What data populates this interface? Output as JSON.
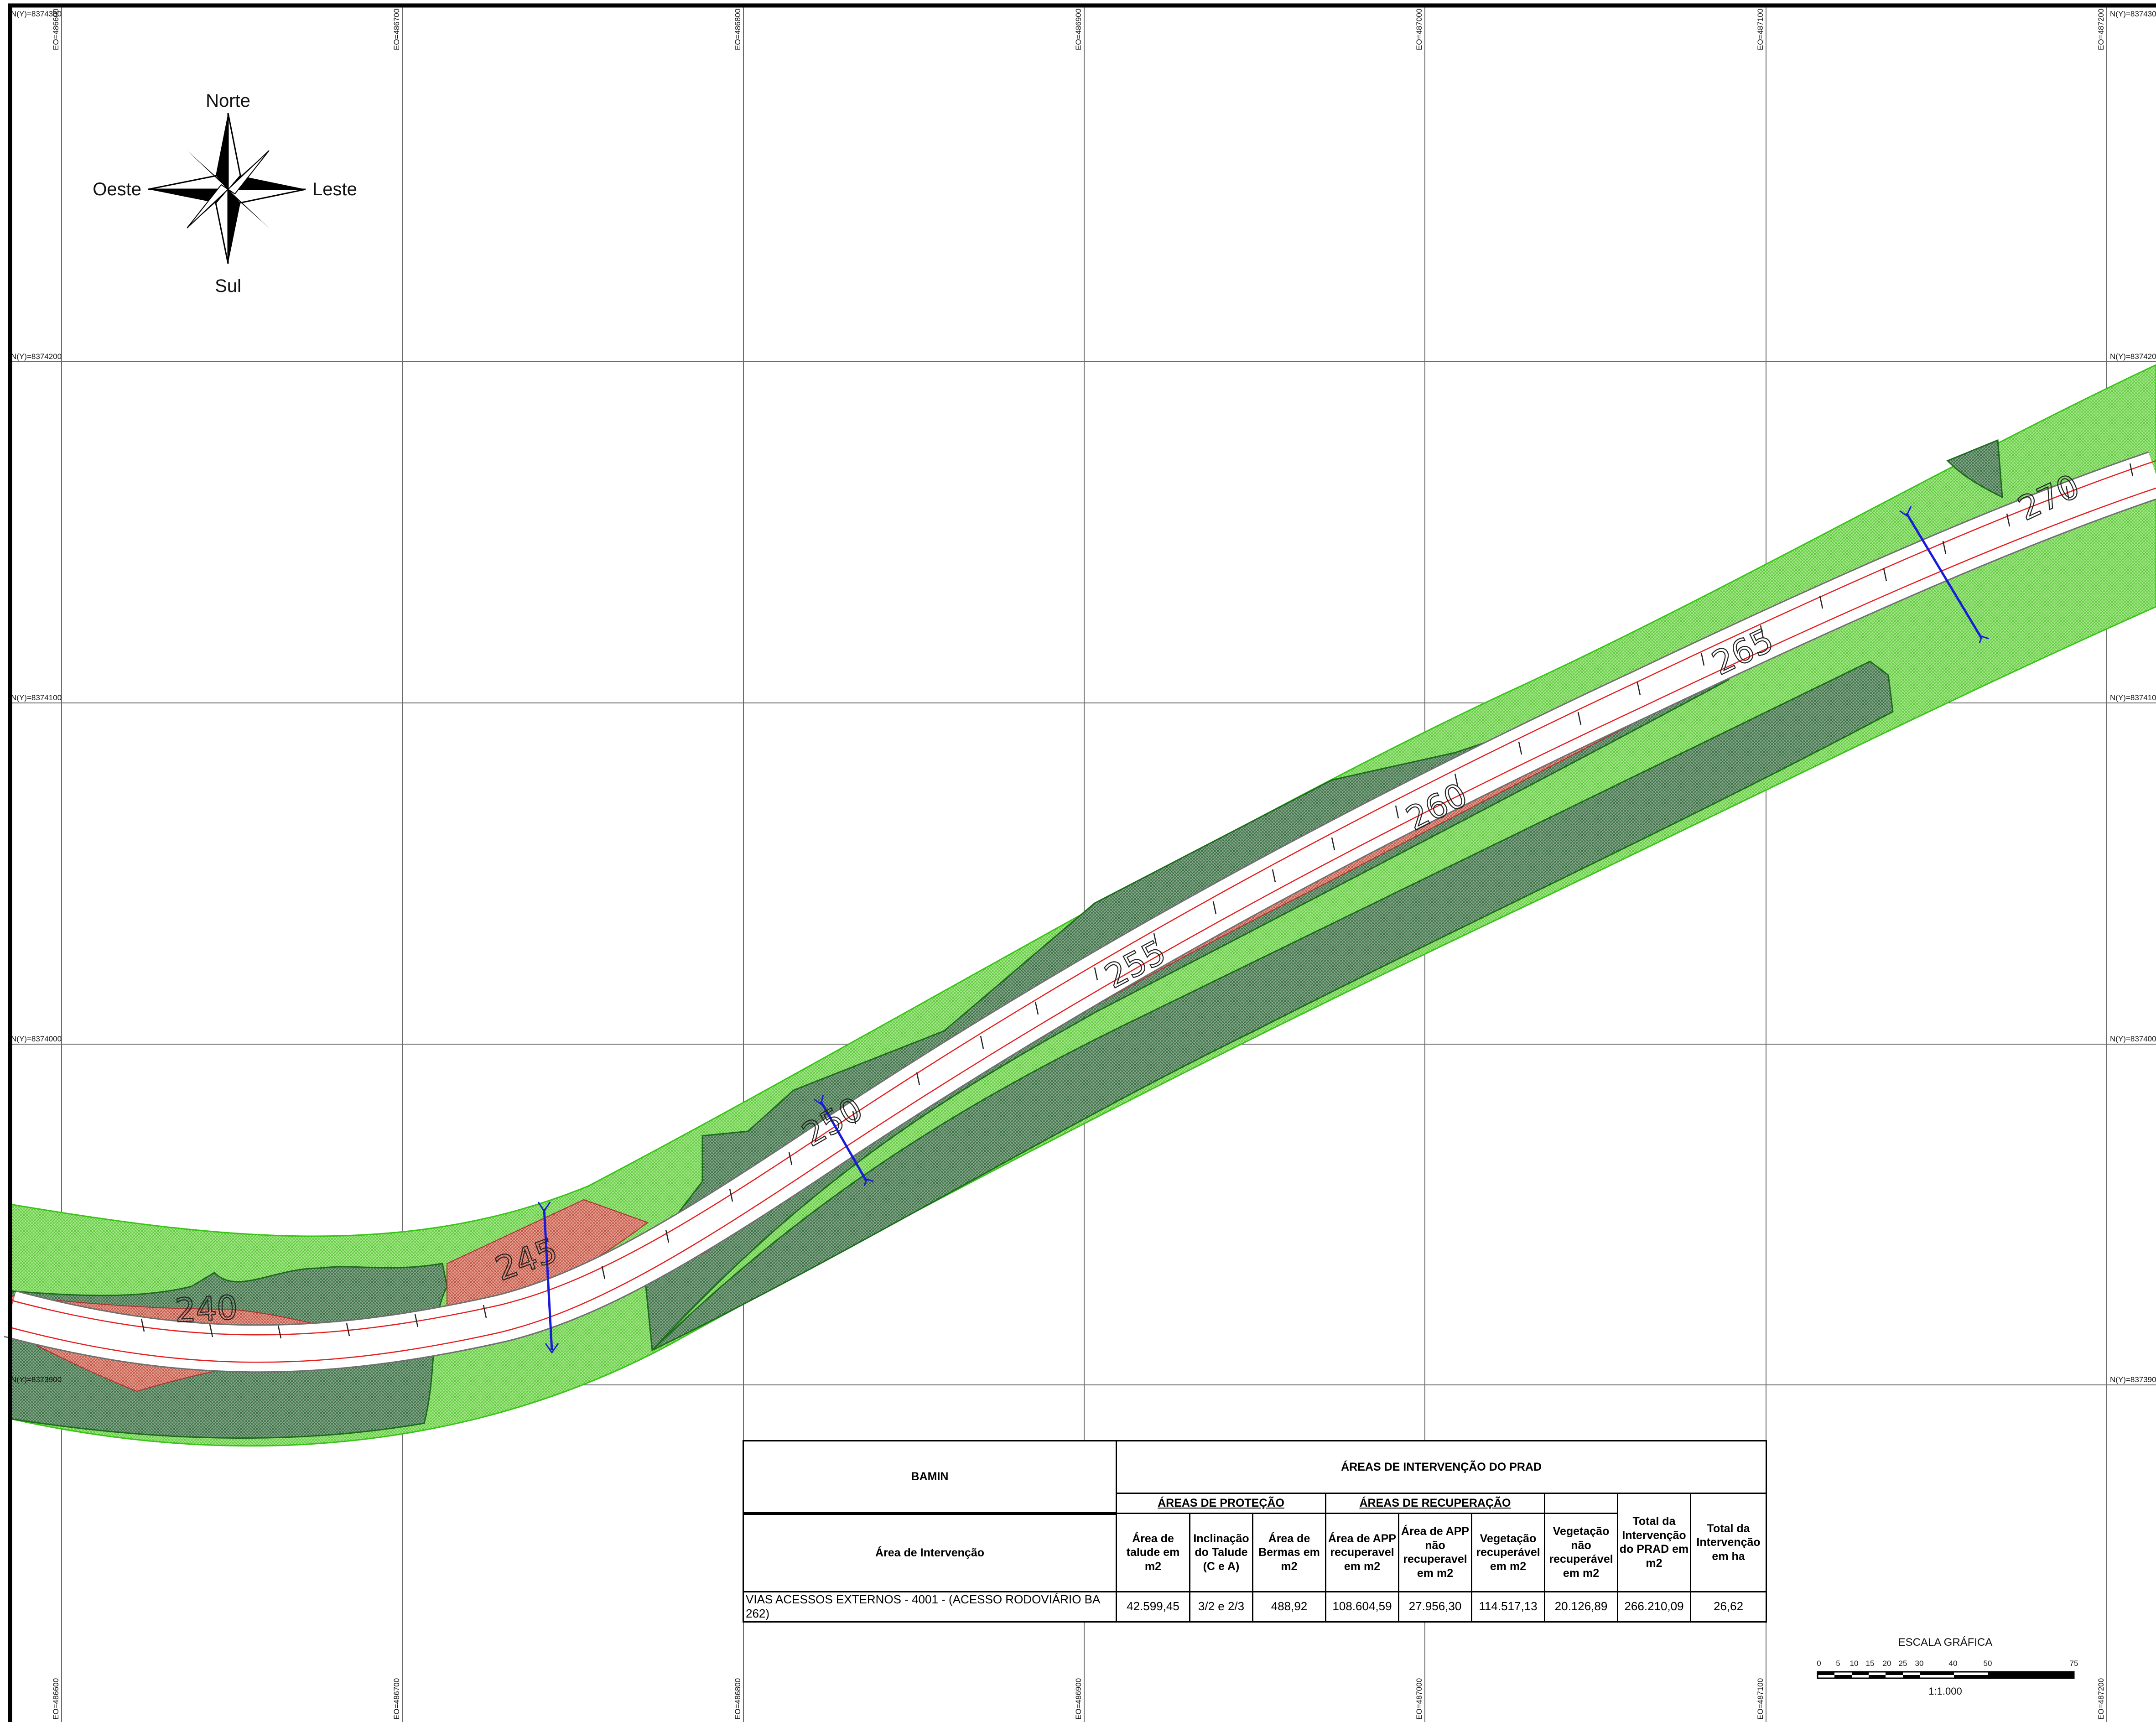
{
  "grid": {
    "easting_labels": [
      "EO=486600",
      "EO=486700",
      "EO=486800",
      "EO=486900",
      "EO=487000",
      "EO=487100",
      "EO=487200"
    ],
    "northing_labels": [
      "N(Y)=8374300",
      "N(Y)=8374200",
      "N(Y)=8374100",
      "N(Y)=8374000",
      "N(Y)=8373900"
    ]
  },
  "compass": {
    "north": "Norte",
    "south": "Sul",
    "east": "Leste",
    "west": "Oeste"
  },
  "stations": [
    "240",
    "245",
    "250",
    "255",
    "260",
    "265",
    "270"
  ],
  "colors": {
    "buffer_green": "#8fe06a",
    "recovery_dark": "#3f8a5a",
    "slope_red": "#e07a6a",
    "section_blue": "#1a1adb",
    "road_edge_red": "#e32020"
  },
  "table": {
    "owner": "BAMIN",
    "title": "ÁREAS DE INTERVENÇÃO DO PRAD",
    "group_protection": "ÁREAS DE PROTEÇÃO",
    "group_recovery": "ÁREAS DE RECUPERAÇÃO",
    "col_area_label": "Área de Intervenção",
    "columns": [
      "Área de talude em m2",
      "Inclinação do Talude (C e A)",
      "Área de Bermas em m2",
      "Área de APP recuperavel em m2",
      "Área de APP não recuperavel em m2",
      "Vegetação recuperável em m2",
      "Vegetação não recuperável em m2",
      "Total da Intervenção do PRAD em m2",
      "Total da Intervenção em ha"
    ],
    "row_name": "VIAS ACESSOS EXTERNOS - 4001 - (ACESSO RODOVIÁRIO BA 262)",
    "row_values": [
      "42.599,45",
      "3/2 e 2/3",
      "488,92",
      "108.604,59",
      "27.956,30",
      "114.517,13",
      "20.126,89",
      "266.210,09",
      "26,62"
    ]
  },
  "scale": {
    "title": "ESCALA GRÁFICA",
    "ticks": [
      "0",
      "5",
      "10",
      "15",
      "20",
      "25",
      "30",
      "40",
      "50",
      "75"
    ],
    "ratio": "1:1.000"
  }
}
